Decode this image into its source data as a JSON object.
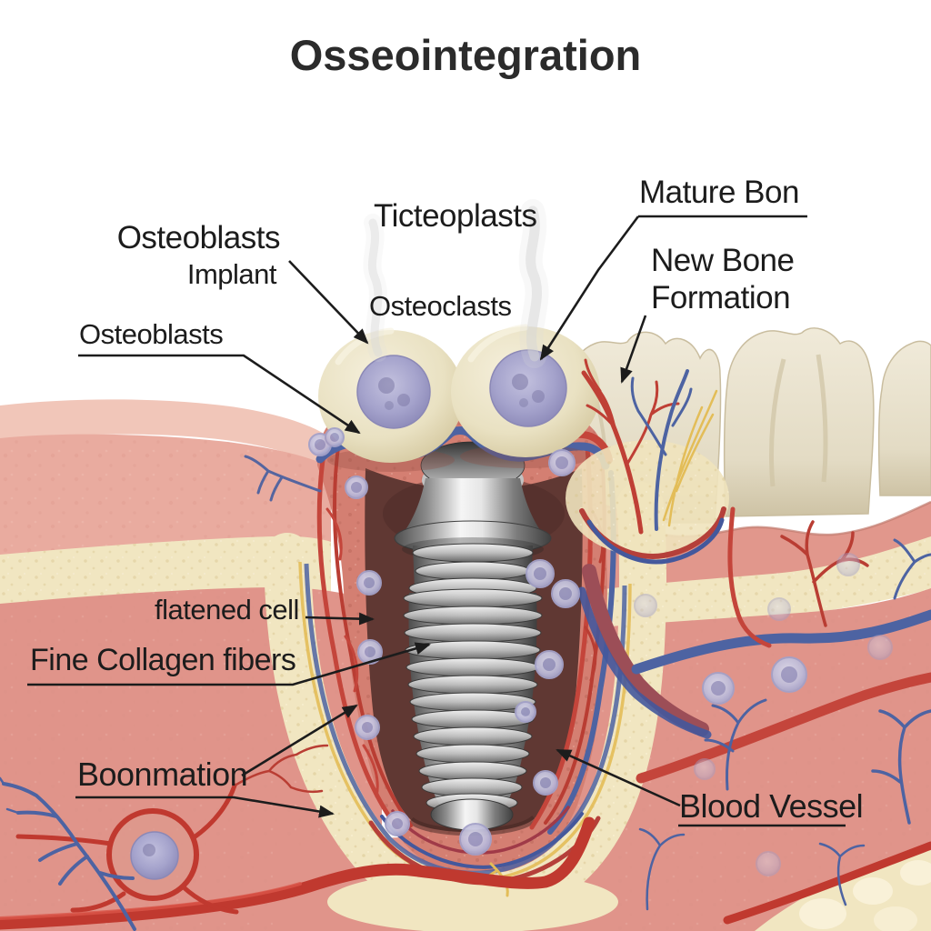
{
  "title": "Osseointegration",
  "labels": {
    "osteoblasts_upper": "Osteoblasts",
    "implant": "Implant",
    "osteoblasts_lower": "Osteoblasts",
    "ticteoplasts": "Ticteoplasts",
    "osteoclasts": "Osteoclasts",
    "mature_bone": "Mature Bon",
    "new_bone_formation": "New Bone\nFormation",
    "flattened_cell": "flatened cell",
    "fine_collagen_fibers": "Fine Collagen fibers",
    "bone_formation": "Boonmation",
    "blood_vessel": "Blood Vessel"
  },
  "colors": {
    "background": "#ffffff",
    "label_text": "#1c1c1c",
    "tissue_pink": "#e9ab9f",
    "tissue_salmon": "#e0948a",
    "gum_dark_pink": "#d47f72",
    "bone_cream": "#f1e6c1",
    "vessel_red": "#c4453b",
    "vessel_blue": "#4d63a2",
    "nerve_yellow": "#e3bd58",
    "cell_lavender": "#b6b4d8",
    "implant_metal_gray": "#9a9a9a",
    "socket_brown": "#603833",
    "tooth_cream": "#e3dbc4"
  }
}
